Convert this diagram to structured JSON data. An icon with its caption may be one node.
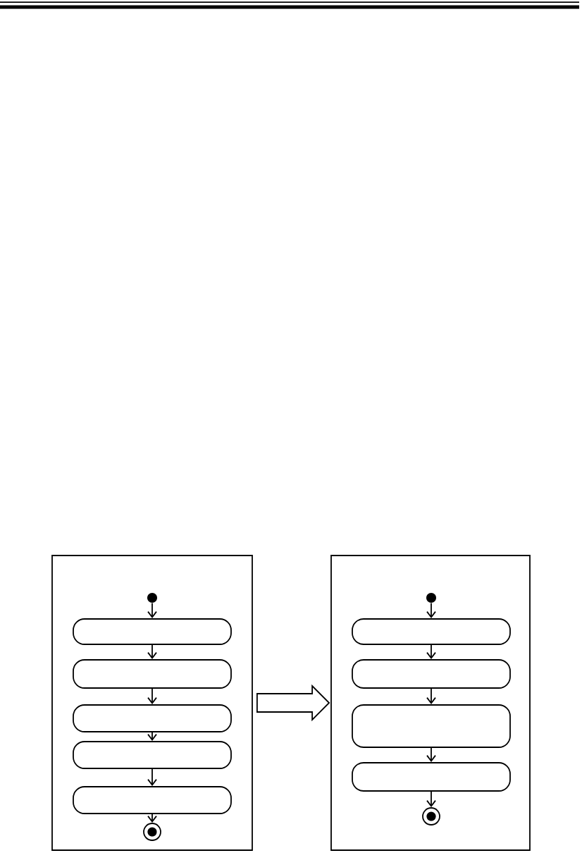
{
  "diagram": {
    "nodes": [
      {
        "text": [],
        "shape": "box"
      },
      {
        "text": [],
        "shape": "dot",
        "in": 0
      },
      {
        "text": [],
        "shape": "pill",
        "in": 0
      },
      {
        "text": [],
        "shape": "pill",
        "in": 0
      },
      {
        "text": [],
        "shape": "pill",
        "in": 0
      },
      {
        "text": [],
        "shape": "pill",
        "in": 0
      },
      {
        "text": [],
        "shape": "pill",
        "in": 0
      },
      {
        "text": [],
        "shape": "bullseye",
        "in": 0
      },
      {
        "text": [],
        "shape": "box"
      },
      {
        "text": [],
        "shape": "dot",
        "in": 8
      },
      {
        "text": [],
        "shape": "pill",
        "in": 8
      },
      {
        "text": [],
        "shape": "pill",
        "in": 8
      },
      {
        "text": [],
        "shape": "pill",
        "in": 8
      },
      {
        "text": [],
        "shape": "pill",
        "in": 8
      },
      {
        "text": [],
        "shape": "bullseye",
        "in": 8
      }
    ],
    "edges": [
      {
        "from": 1,
        "to": 2,
        "arrow": "to"
      },
      {
        "from": 2,
        "to": 3,
        "arrow": "to"
      },
      {
        "from": 3,
        "to": 4,
        "arrow": "to"
      },
      {
        "from": 4,
        "to": 5,
        "arrow": "to"
      },
      {
        "from": 5,
        "to": 6,
        "arrow": "to"
      },
      {
        "from": 6,
        "to": 7,
        "arrow": "to"
      },
      {
        "from": 0,
        "to": 8,
        "arrow": "to",
        "style": "thick"
      },
      {
        "from": 9,
        "to": 10,
        "arrow": "to"
      },
      {
        "from": 10,
        "to": 11,
        "arrow": "to"
      },
      {
        "from": 11,
        "to": 12,
        "arrow": "to"
      },
      {
        "from": 12,
        "to": 13,
        "arrow": "to"
      },
      {
        "from": 13,
        "to": 14,
        "arrow": "to"
      }
    ]
  }
}
